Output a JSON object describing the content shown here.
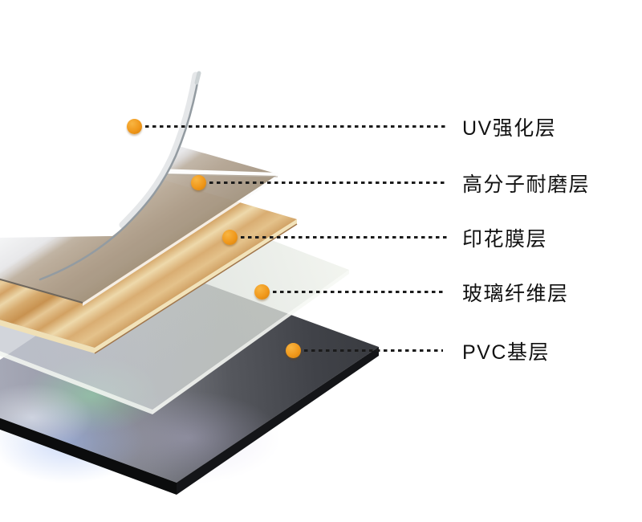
{
  "diagram": {
    "background_color": "#ffffff",
    "marker_color": "#f0981b",
    "leader_line_color": "#1b1b1b",
    "label_color": "#111111",
    "callouts": [
      {
        "label": "UV强化层",
        "marker_icon": "orange-dot"
      },
      {
        "label": "高分子耐磨层",
        "marker_icon": "orange-dot"
      },
      {
        "label": "印花膜层",
        "marker_icon": "orange-dot"
      },
      {
        "label": "玻璃纤维层",
        "marker_icon": "orange-dot"
      },
      {
        "label": "PVC基层",
        "marker_icon": "orange-dot"
      }
    ],
    "layers_illustration": {
      "uv_layer_color": "#f2f4f5",
      "wear_layer_color": "#d8d4cf",
      "print_film_color": "#ddb278",
      "fiberglass_color": "#d6dbd6",
      "pvc_base_color": "#44464b"
    }
  }
}
